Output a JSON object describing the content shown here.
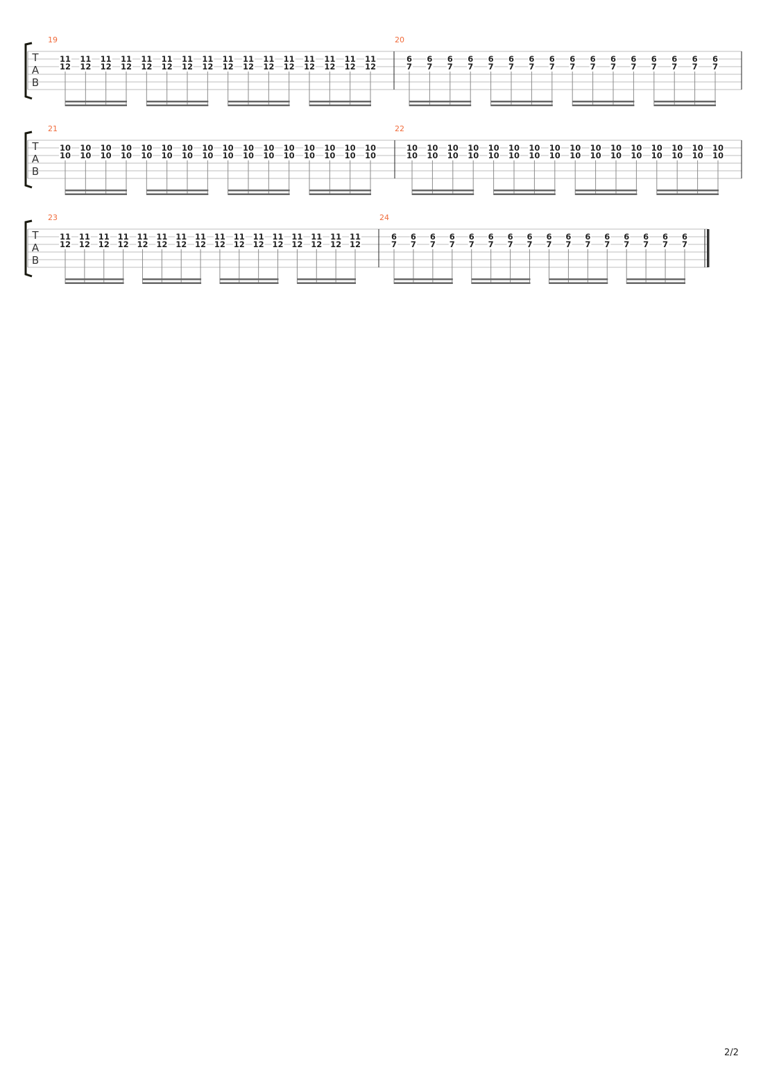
{
  "page_number": "2/2",
  "tab_clef": [
    "T",
    "A",
    "B"
  ],
  "colors": {
    "measure_number": "#f06a3a",
    "staff_line": "#bdbdbd",
    "note": "#222222",
    "stem": "#8a8a8a",
    "beam": "#666666"
  },
  "systems": [
    {
      "final_barline": false,
      "measures": [
        {
          "number": "19",
          "top": "11",
          "bottom": "12",
          "count": 16
        },
        {
          "number": "20",
          "top": "6",
          "bottom": "7",
          "count": 16
        }
      ]
    },
    {
      "final_barline": false,
      "measures": [
        {
          "number": "21",
          "top": "10",
          "bottom": "10",
          "count": 16
        },
        {
          "number": "22",
          "top": "10",
          "bottom": "10",
          "count": 16
        }
      ]
    },
    {
      "final_barline": true,
      "measures": [
        {
          "number": "23",
          "top": "11",
          "bottom": "12",
          "count": 16
        },
        {
          "number": "24",
          "top": "6",
          "bottom": "7",
          "count": 16
        }
      ]
    }
  ]
}
